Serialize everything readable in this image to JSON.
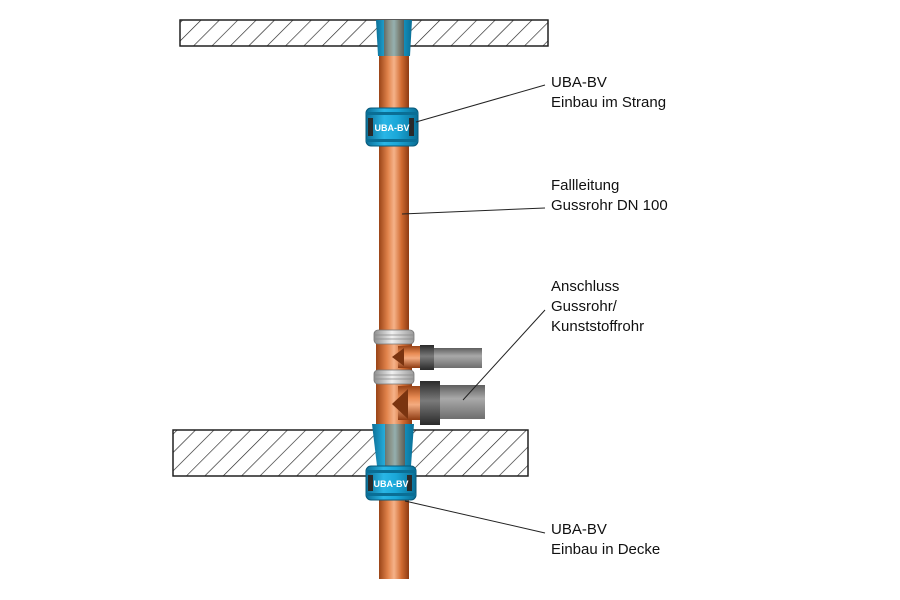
{
  "labels": {
    "top_coupling": {
      "line1": "UBA-BV",
      "line2": "Einbau im Strang"
    },
    "downpipe": {
      "line1": "Fallleitung",
      "line2": "Gussrohr DN 100"
    },
    "connection": {
      "line1": "Anschluss",
      "line2": "Gussrohr/",
      "line3": "Kunststoffrohr"
    },
    "bottom_coupling": {
      "line1": "UBA-BV",
      "line2": "Einbau in Decke"
    }
  },
  "coupling_badge_text": "UBA-BV",
  "colors": {
    "pipe": "#d2692f",
    "pipe_highlight": "#f4a67a",
    "pipe_shadow": "#8e3b12",
    "coupling": "#1aa7d8",
    "coupling_dark": "#0a6e95",
    "hatch": "#222222",
    "grey_pipe": "#8a8a8a",
    "ring": "#c8c8c8"
  }
}
